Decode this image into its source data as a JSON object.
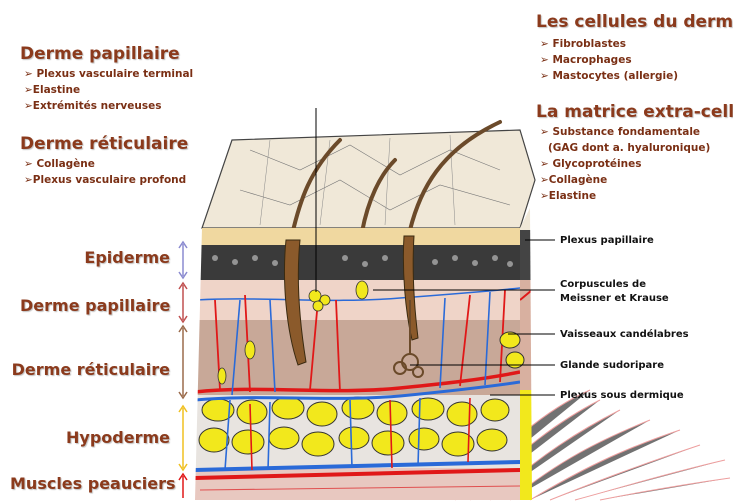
{
  "left_panel": {
    "papillaire_title": "Derme papillaire",
    "papillaire_items": [
      "➢ Plexus vasculaire terminal",
      "➢Elastine",
      "➢Extrémités nerveuses"
    ],
    "reticulaire_title": "Derme réticulaire",
    "reticulaire_items": [
      "➢ Collagène",
      "➢Plexus vasculaire profond"
    ]
  },
  "right_panel": {
    "cellules_title": "Les cellules du derme",
    "cellules_items": [
      "➢ Fibroblastes",
      "➢ Macrophages",
      "➢ Mastocytes (allergie)"
    ],
    "matrice_title": "La matrice extra-cellul.",
    "matrice_items": [
      "➢ Substance fondamentale",
      "(GAG dont a. hyaluronique)",
      "➢ Glycoprotéines",
      "➢Collagène",
      "➢Elastine"
    ]
  },
  "layer_labels": [
    "Epiderme",
    "Derme papillaire",
    "Derme réticulaire",
    "Hypoderme",
    "Muscles peauciers"
  ],
  "callouts": {
    "plexus_papillaire": "Plexus papillaire",
    "corpuscules_line1": "Corpuscules de",
    "corpuscules_line2": "Meissner et Krause",
    "vaisseaux": "Vaisseaux candélabres",
    "glande": "Glande sudoripare",
    "plexus_sous": "Plexus sous dermique"
  },
  "colors": {
    "heading": "#8b3a1c",
    "arrow_epiderme": "#8a8ad0",
    "arrow_derme": "#c05050",
    "arrow_reticulaire": "#9a6a4a",
    "arrow_hypoderme": "#f0c020",
    "fat": "#f2e81c",
    "vessel_red": "#e01818",
    "vessel_blue": "#2a6ad8"
  }
}
